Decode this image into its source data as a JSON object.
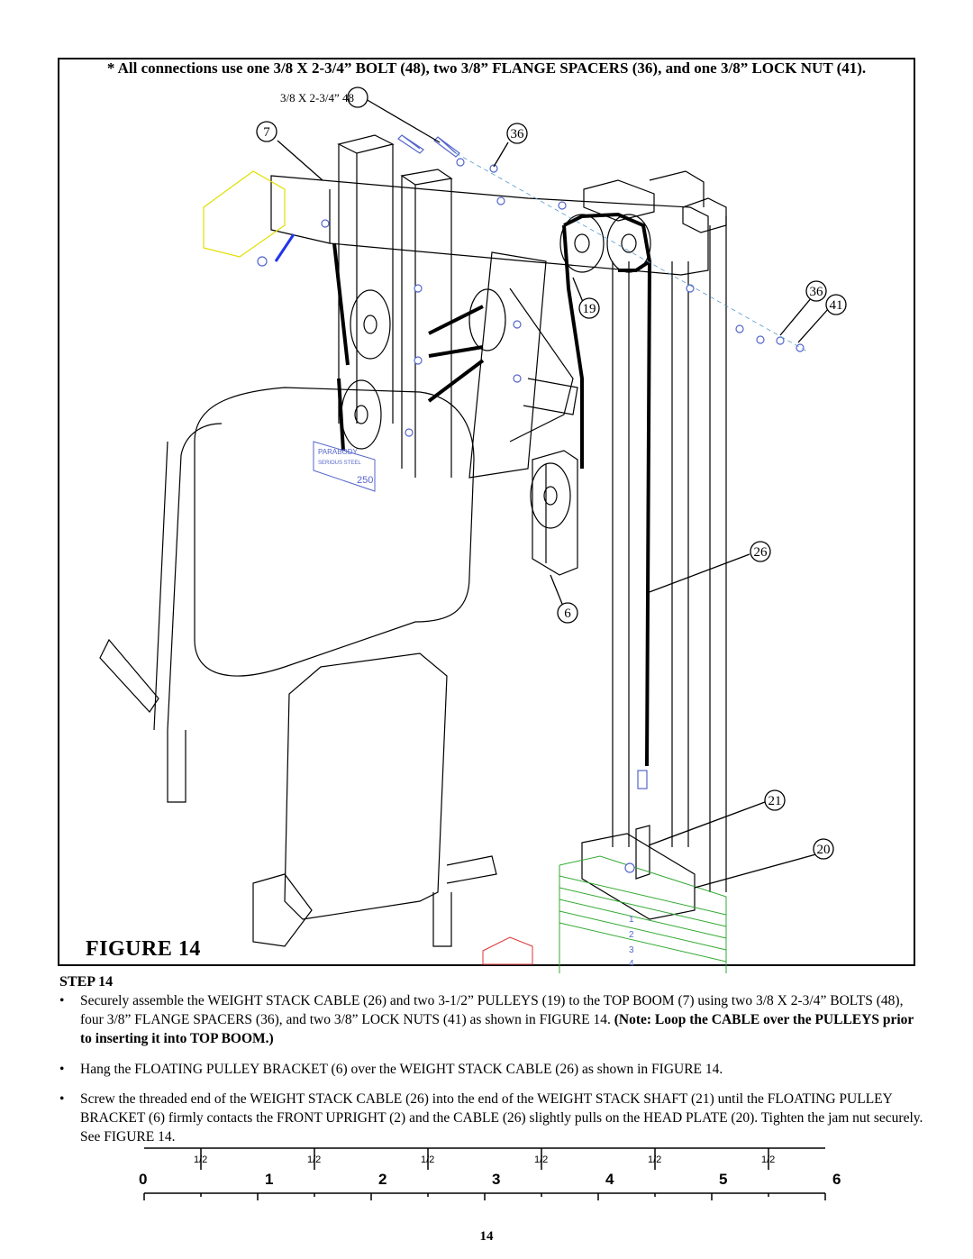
{
  "header_note": "* All connections use one 3/8 X 2-3/4” BOLT (48), two 3/8” FLANGE SPACERS (36), and one 3/8” LOCK NUT (41).",
  "figure": {
    "title": "FIGURE 14",
    "callouts": {
      "bolt": "3/8 X 2-3/4”  48",
      "c7": "7",
      "c36a": "36",
      "c36b": "36",
      "c41": "41",
      "c19": "19",
      "c26": "26",
      "c6": "6",
      "c21": "21",
      "c20": "20"
    },
    "stack_labels": [
      "1",
      "2",
      "3",
      "4"
    ],
    "badge_text": [
      "PARABODY",
      "SERIOUS STEEL",
      "250"
    ]
  },
  "step": {
    "title": "STEP 14",
    "bullet1_a": "Securely assemble the WEIGHT STACK CABLE (26) and two 3-1/2” PULLEYS (19) to the TOP BOOM (7) using two 3/8 X 2-3/4” BOLTS (48), four 3/8” FLANGE SPACERS (36), and two 3/8” LOCK NUTS (41) as shown in FIGURE 14. ",
    "bullet1_b": "(Note: Loop the CABLE over the PULLEYS prior to inserting it into TOP BOOM.)",
    "bullet2": "Hang the FLOATING PULLEY BRACKET (6) over the WEIGHT STACK CABLE (26) as shown in FIGURE 14.",
    "bullet3": "Screw the threaded end of the WEIGHT STACK CABLE (26)  into the end of the WEIGHT STACK SHAFT (21) until the FLOATING PULLEY BRACKET (6) firmly contacts the FRONT UPRIGHT (2) and the CABLE (26) slightly pulls on the HEAD PLATE (20). Tighten the jam nut securely. See FIGURE 14."
  },
  "ruler": {
    "numbers": [
      "0",
      "1",
      "2",
      "3",
      "4",
      "5",
      "6"
    ],
    "half_label": "1/2"
  },
  "page_number": "14",
  "colors": {
    "ink": "#000000",
    "cable": "#000000",
    "hardware": "#5566cc",
    "stack": "#33aa33",
    "arm_outline": "#e0e000",
    "ruler": "#000000"
  }
}
